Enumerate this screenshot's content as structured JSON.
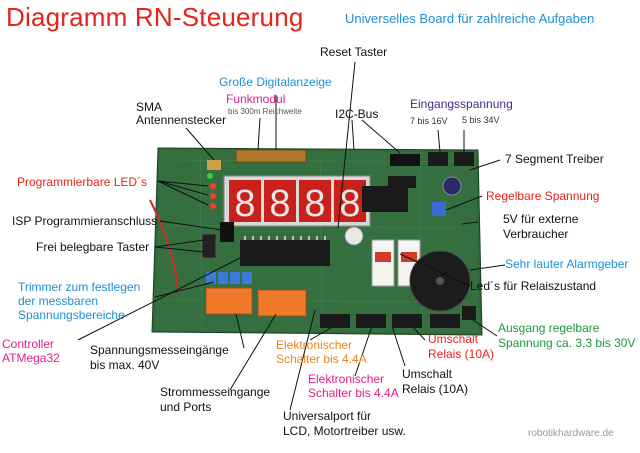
{
  "title": "Diagramm RN-Steuerung",
  "subtitle": "Universelles Board für zahlreiche Aufgaben",
  "credit": "robotikhardware.de",
  "display_digits": [
    "8",
    "8",
    "8",
    "8"
  ],
  "colors": {
    "title": "#e8221a",
    "subtitle": "#1d8fd6",
    "red": "#e8221a",
    "blue": "#1d8fd6",
    "orange": "#e8861a",
    "pink": "#e0208a",
    "green": "#1a9a3a",
    "purple": "#4a2a8a",
    "black": "#111111",
    "pcb": "#2f6a3a",
    "display": "#c8201a"
  },
  "labels": {
    "reset": "Reset Taster",
    "digital": "Große Digitalanzeige",
    "funk": "Funkmodul",
    "funk_sub": "bis 300m Reichweite",
    "sma1": "SMA",
    "sma2": "Antennenstecker",
    "i2c": "I2C-Bus",
    "eingang": "Eingangsspannung",
    "v1": "7 bis 16V",
    "v2": "5 bis 34V",
    "segtreiber": "7 Segment Treiber",
    "prog_led": "Programmierbare LED´s",
    "regelbar": "Regelbare Spannung",
    "isp": "ISP Programmieranschluss",
    "ext1": "5V für externe",
    "ext2": "Verbraucher",
    "taster": "Frei belegbare Taster",
    "alarm": "Sehr lauter Alarmgeber",
    "trim1": "Trimmer zum festlegen",
    "trim2": "der messbaren",
    "trim3": "Spannungsbereiche",
    "relled": "Led´s für Relaiszustand",
    "ctrl1": "Controller",
    "ctrl2": "ATMega32",
    "ausg1": "Ausgang regelbare",
    "ausg2": "Spannung ca. 3,3 bis 30V",
    "mess1": "Spannungsmesseingänge",
    "mess2": "bis max. 40V",
    "elek1a": "Elektronischer",
    "elek1b": "Schalter bis 4.4A",
    "umsch1a": "Umschalt",
    "umsch1b": "Relais (10A)",
    "elek2a": "Elektronischer",
    "elek2b": "Schalter bis 4.4A",
    "umsch2a": "Umschalt",
    "umsch2b": "Relais (10A)",
    "strom1": "Strommesseingange",
    "strom2": "und Ports",
    "uni1": "Universalport für",
    "uni2": "LCD, Motortreiber usw."
  }
}
